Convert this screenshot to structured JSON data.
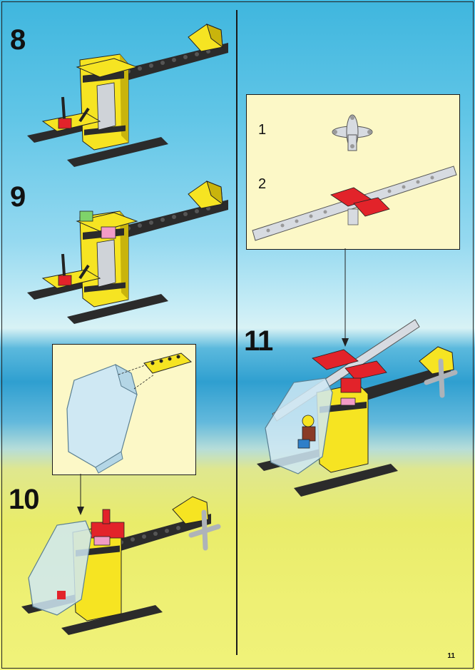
{
  "steps": {
    "s8": "8",
    "s9": "9",
    "s10": "10",
    "s11": "11"
  },
  "inset_steps": {
    "a": "1",
    "b": "2"
  },
  "page_number": "11",
  "colors": {
    "yellow": "#f6e422",
    "yellow_shade": "#c9b40c",
    "black": "#2b2b2b",
    "red": "#e2232a",
    "grey": "#d7dbe1",
    "trans_clear": "#cfe8f3",
    "inset_bg": "#fcf8c7"
  }
}
